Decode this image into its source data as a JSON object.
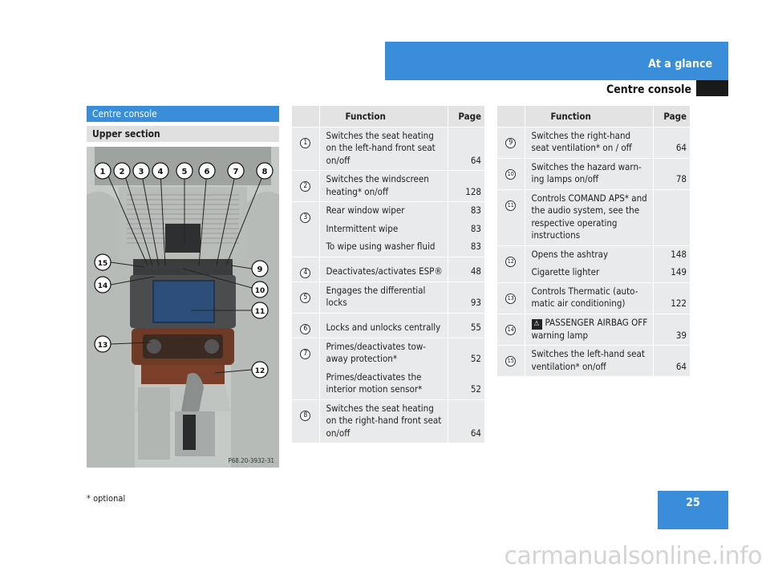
{
  "header": {
    "section": "At a glance",
    "chapter": "Centre console"
  },
  "left": {
    "title": "Centre console",
    "subtitle": "Upper section",
    "photo_code": "P68.20-3932-31",
    "callouts": [
      "1",
      "2",
      "3",
      "4",
      "5",
      "6",
      "7",
      "8",
      "9",
      "10",
      "11",
      "12",
      "13",
      "14",
      "15"
    ]
  },
  "table_headers": {
    "function": "Function",
    "page": "Page"
  },
  "table1": [
    {
      "num": "1",
      "lines": [
        {
          "text": "Switches the seat heating on the left-hand front seat on/off",
          "page": "64"
        }
      ]
    },
    {
      "num": "2",
      "lines": [
        {
          "text": "Switches the windscreen heating* on/off",
          "page": "128"
        }
      ]
    },
    {
      "num": "3",
      "lines": [
        {
          "text": "Rear window wiper",
          "page": "83"
        },
        {
          "text": "Intermittent wipe",
          "page": "83"
        },
        {
          "text": "To wipe using washer fluid",
          "page": "83"
        }
      ]
    },
    {
      "num": "4",
      "lines": [
        {
          "text": "Deactivates/activates ESP®",
          "page": "48"
        }
      ]
    },
    {
      "num": "5",
      "lines": [
        {
          "text": "Engages the differential locks",
          "page": "93"
        }
      ]
    },
    {
      "num": "6",
      "lines": [
        {
          "text": "Locks and unlocks centrally",
          "page": "55"
        }
      ]
    },
    {
      "num": "7",
      "lines": [
        {
          "text": "Primes/deactivates tow-away protection*",
          "page": "52"
        },
        {
          "text": "Primes/deactivates the interior motion sensor*",
          "page": "52"
        }
      ]
    },
    {
      "num": "8",
      "lines": [
        {
          "text": "Switches the seat heating on the right-hand front seat on/off",
          "page": "64"
        }
      ]
    }
  ],
  "table2": [
    {
      "num": "9",
      "lines": [
        {
          "text": "Switches the right-hand seat ventilation* on / off",
          "page": "64"
        }
      ]
    },
    {
      "num": "10",
      "lines": [
        {
          "text": "Switches the hazard warn-ing lamps on/off",
          "page": "78"
        }
      ]
    },
    {
      "num": "11",
      "lines": [
        {
          "text": "Controls COMAND APS* and the audio system, see the respective operating instructions",
          "page": ""
        }
      ]
    },
    {
      "num": "12",
      "lines": [
        {
          "text": "Opens the ashtray",
          "page": "148"
        },
        {
          "text": "Cigarette lighter",
          "page": "149"
        }
      ]
    },
    {
      "num": "13",
      "lines": [
        {
          "text": "Controls Thermatic (auto-matic air conditioning)",
          "page": "122"
        }
      ]
    },
    {
      "num": "14",
      "icon": "passenger-airbag-off-icon",
      "lines": [
        {
          "text": "PASSENGER AIRBAG OFF warning lamp",
          "page": "39"
        }
      ]
    },
    {
      "num": "15",
      "lines": [
        {
          "text": "Switches the left-hand seat ventilation* on/off",
          "page": "64"
        }
      ]
    }
  ],
  "footer": {
    "footnote": "* optional",
    "page_number": "25",
    "watermark": "carmanualsonline.info"
  },
  "colors": {
    "accent_blue": "#3a8ed9",
    "table_bg": "#e8eaec",
    "dark_block": "#1a1a1a"
  }
}
